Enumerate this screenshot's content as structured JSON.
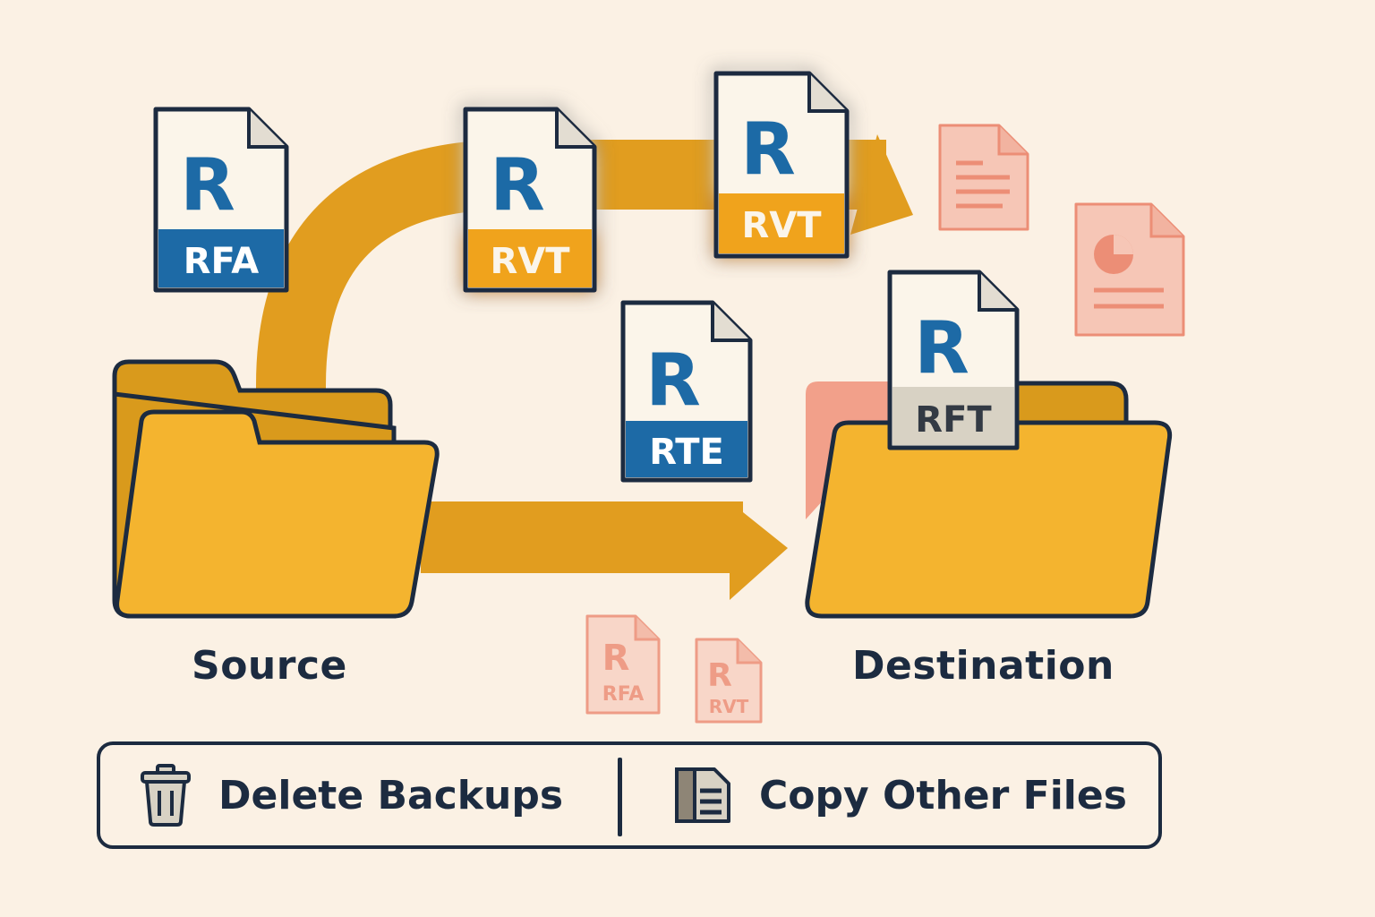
{
  "folders": {
    "source_label": "Source",
    "destination_label": "Destination"
  },
  "files": {
    "rfa": "RFA",
    "rvt_top": "RVT",
    "rvt_flight": "RVT",
    "rte": "RTE",
    "rft": "RFT",
    "faded_rfa": "RFA",
    "faded_rvt": "RVT",
    "revit_letter": "R"
  },
  "actions": {
    "delete_backups": "Delete Backups",
    "copy_other_files": "Copy Other Files"
  },
  "icons": {
    "delete": "trash-icon",
    "copy": "copy-files-icon",
    "document": "document-icon",
    "chart_document": "chart-document-icon"
  },
  "colors": {
    "background": "#fbf1e4",
    "outline": "#1c2b40",
    "folder_yellow": "#f4b42f",
    "folder_dark": "#d99a1c",
    "arrow": "#e19d1f",
    "revit_blue": "#1d6aa6",
    "rvt_orange": "#f0a31c",
    "rft_gray": "#d8d2c4",
    "salmon": "#f2a08a"
  }
}
